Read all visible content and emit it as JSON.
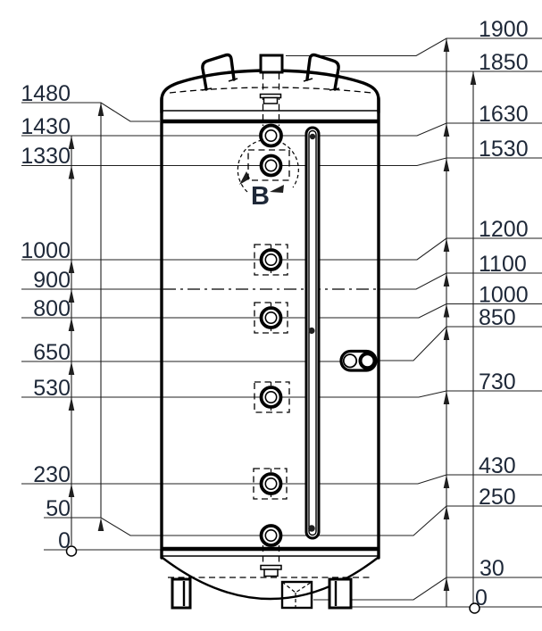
{
  "figure": {
    "view_label": "B",
    "left_dimensions": [
      "1480",
      "1430",
      "1330",
      "1000",
      "900",
      "800",
      "650",
      "530",
      "230",
      "50",
      "0"
    ],
    "right_dimensions": [
      "1900",
      "1850",
      "1630",
      "1530",
      "1200",
      "1100",
      "1000",
      "850",
      "730",
      "430",
      "250",
      "30",
      "0"
    ]
  },
  "colors": {
    "line": "#1f1f1f",
    "drawing": "#000000",
    "dimension_text": "#1e2838",
    "background": "#ffffff"
  }
}
